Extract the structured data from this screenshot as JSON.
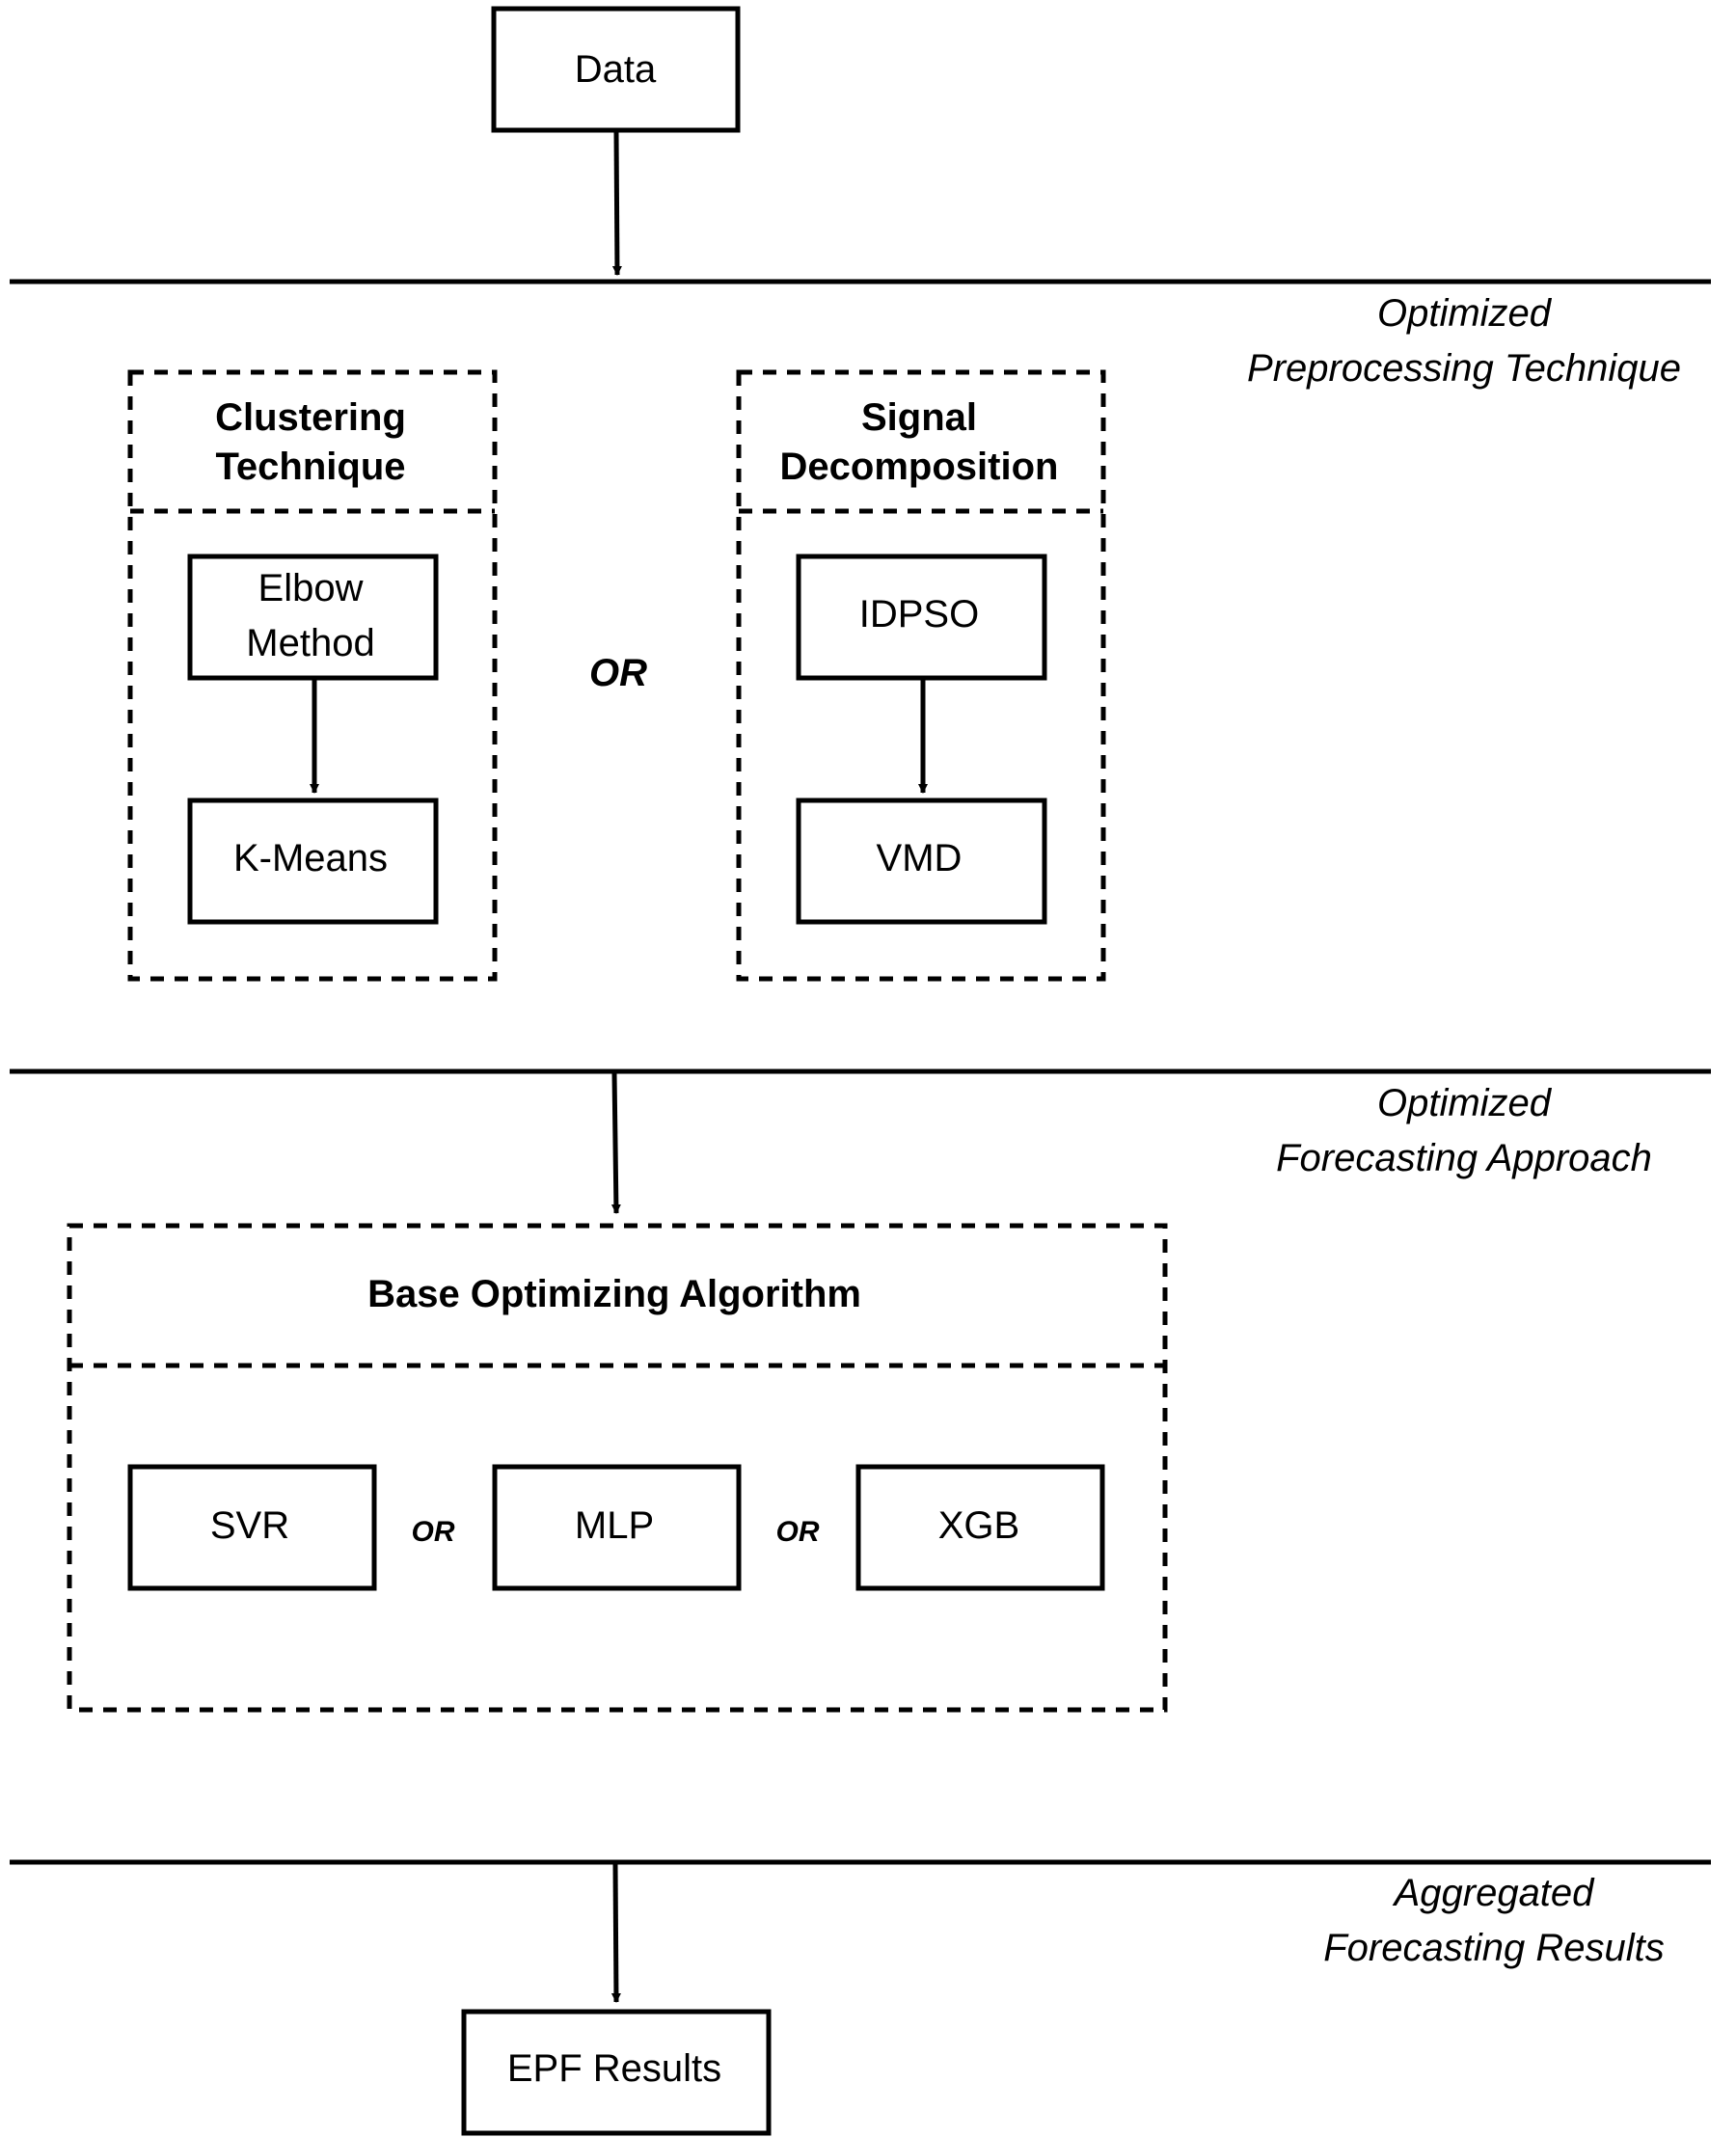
{
  "nodes": {
    "data": "Data",
    "elbow_method": [
      "Elbow",
      "Method"
    ],
    "k_means": "K-Means",
    "idpso": "IDPSO",
    "vmd": "VMD",
    "svr": "SVR",
    "mlp": "MLP",
    "xgb": "XGB",
    "epf_results": "EPF Results"
  },
  "groups": {
    "clustering": [
      "Clustering",
      "Technique"
    ],
    "signal": [
      "Signal",
      "Decomposition"
    ],
    "base_algorithm": "Base Optimizing Algorithm"
  },
  "connectors": {
    "or_preprocessing": "OR",
    "or_svr_mlp": "OR",
    "or_mlp_xgb": "OR"
  },
  "stages": {
    "preprocessing": [
      "Optimized",
      "Preprocessing Technique"
    ],
    "forecasting": [
      "Optimized",
      "Forecasting Approach"
    ],
    "aggregated": [
      "Aggregated",
      "Forecasting Results"
    ]
  }
}
